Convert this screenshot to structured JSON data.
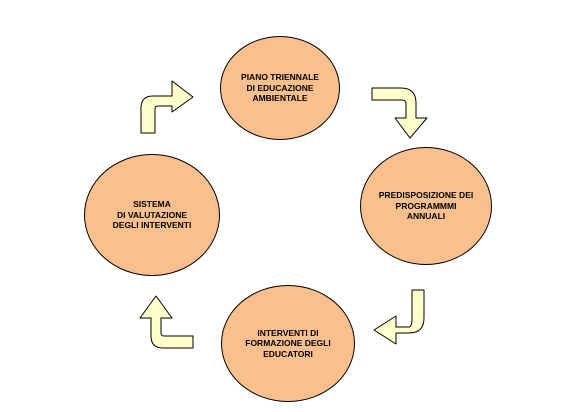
{
  "colors": {
    "circle_fill": "#F9C08E",
    "arrow_fill": "#FFFFCC",
    "outline": "#000000"
  },
  "stages": [
    {
      "label": "PIANO TRIENNALE\nDI EDUCAZIONE\nAMBIENTALE"
    },
    {
      "label": "PREDISPOSIZIONE DEI\nPROGRAMMMI\nANNUALI"
    },
    {
      "label": "INTERVENTI DI\nFORMAZIONE DEGLI\nEDUCATORI"
    },
    {
      "label": "SISTEMA\nDI VALUTAZIONE\nDEGLI INTERVENTI"
    }
  ]
}
